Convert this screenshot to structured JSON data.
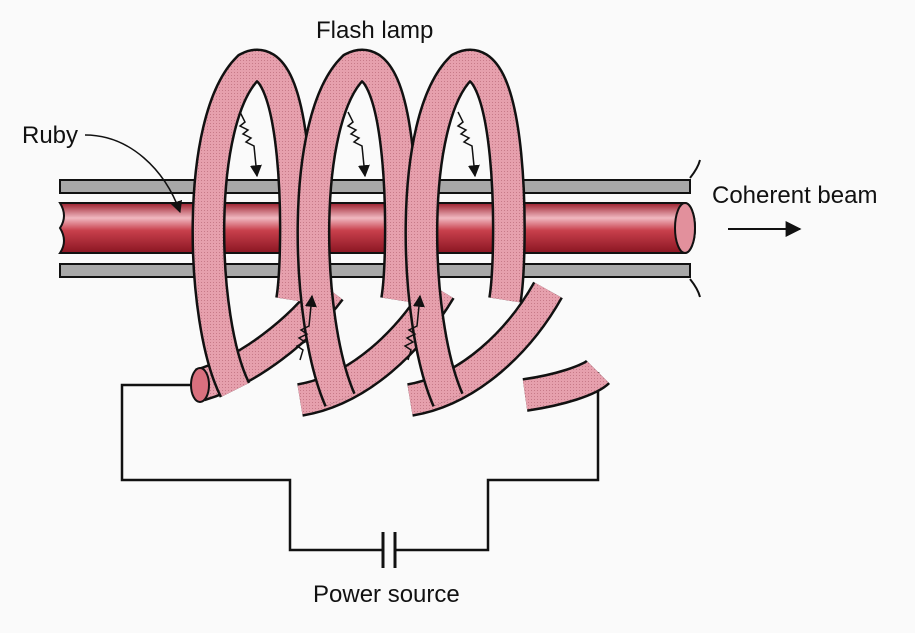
{
  "labels": {
    "flash_lamp": "Flash lamp",
    "ruby": "Ruby",
    "coherent_beam": "Coherent beam",
    "power_source": "Power source"
  },
  "colors": {
    "coil": "#e8a3b0",
    "rod": "#c0303c",
    "glass": "#a9a9a9",
    "outline": "#111111"
  }
}
